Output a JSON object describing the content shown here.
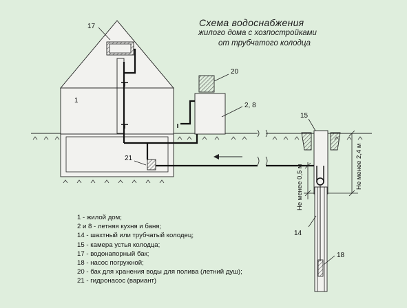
{
  "title": {
    "line1": "Схема  водоснабжения",
    "line2": "жилого дома с хозпостройками",
    "line3": "от трубчатого колодца"
  },
  "labels": {
    "house": "1",
    "kitchen": "2, 8",
    "well": "14",
    "chamber": "15",
    "tank": "17",
    "pump": "18",
    "shower_tank": "20",
    "hydropump": "21"
  },
  "dimensions": {
    "min_24": "Не менее 2,4 м",
    "min_05": "Не менее 0,5 м"
  },
  "legend": [
    "1 - жилой  дом;",
    "2 и 8 - летняя кухня и баня;",
    "14 - шахтный или трубчатый колодец;",
    "15 - камера устья колодца;",
    "17 - водонапорный  бак;",
    "18 - насос погружной;",
    "20 - бак  для  хранения  воды  для  полива (летний  душ);",
    "21 - гидронасос (вариант)"
  ],
  "colors": {
    "background": "#dfeedd",
    "wall": "#f2f2ef",
    "hatch": "#7a7a7a"
  }
}
